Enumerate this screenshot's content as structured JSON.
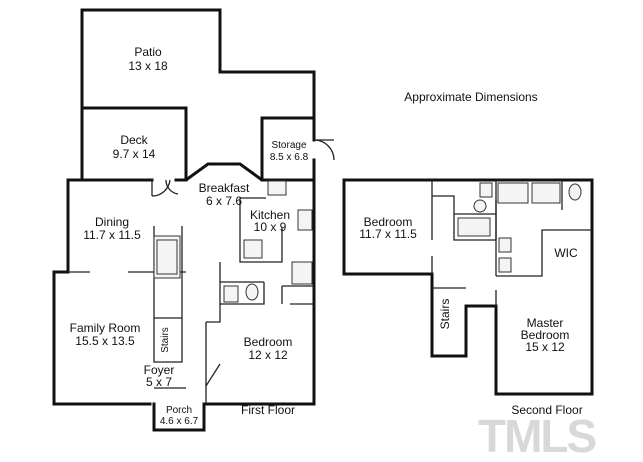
{
  "notes": {
    "approx": "Approximate Dimensions",
    "first_floor": "First Floor",
    "second_floor": "Second Floor",
    "watermark": "TMLS"
  },
  "rooms": {
    "patio": {
      "name": "Patio",
      "size": "13 x 18"
    },
    "deck": {
      "name": "Deck",
      "size": "9.7 x 14"
    },
    "storage": {
      "name": "Storage",
      "size": "8.5 x 6.8"
    },
    "breakfast": {
      "name": "Breakfast",
      "size": "6 x 7.6"
    },
    "kitchen": {
      "name": "Kitchen",
      "size": "10 x 9"
    },
    "dining": {
      "name": "Dining",
      "size": "11.7 x 11.5"
    },
    "family": {
      "name": "Family Room",
      "size": "15.5 x 13.5"
    },
    "stairs1": {
      "name": "Stairs"
    },
    "bedroom1": {
      "name": "Bedroom",
      "size": "12 x 12"
    },
    "foyer": {
      "name": "Foyer",
      "size": "5 x 7"
    },
    "porch": {
      "name": "Porch",
      "size": "4.6 x 6.7"
    },
    "bedroom2": {
      "name": "Bedroom",
      "size": "11.7 x 11.5"
    },
    "wic": {
      "name": "WIC"
    },
    "stairs2": {
      "name": "Stairs"
    },
    "master": {
      "name": "Master",
      "name2": "Bedroom",
      "size": "15 x 12"
    }
  }
}
